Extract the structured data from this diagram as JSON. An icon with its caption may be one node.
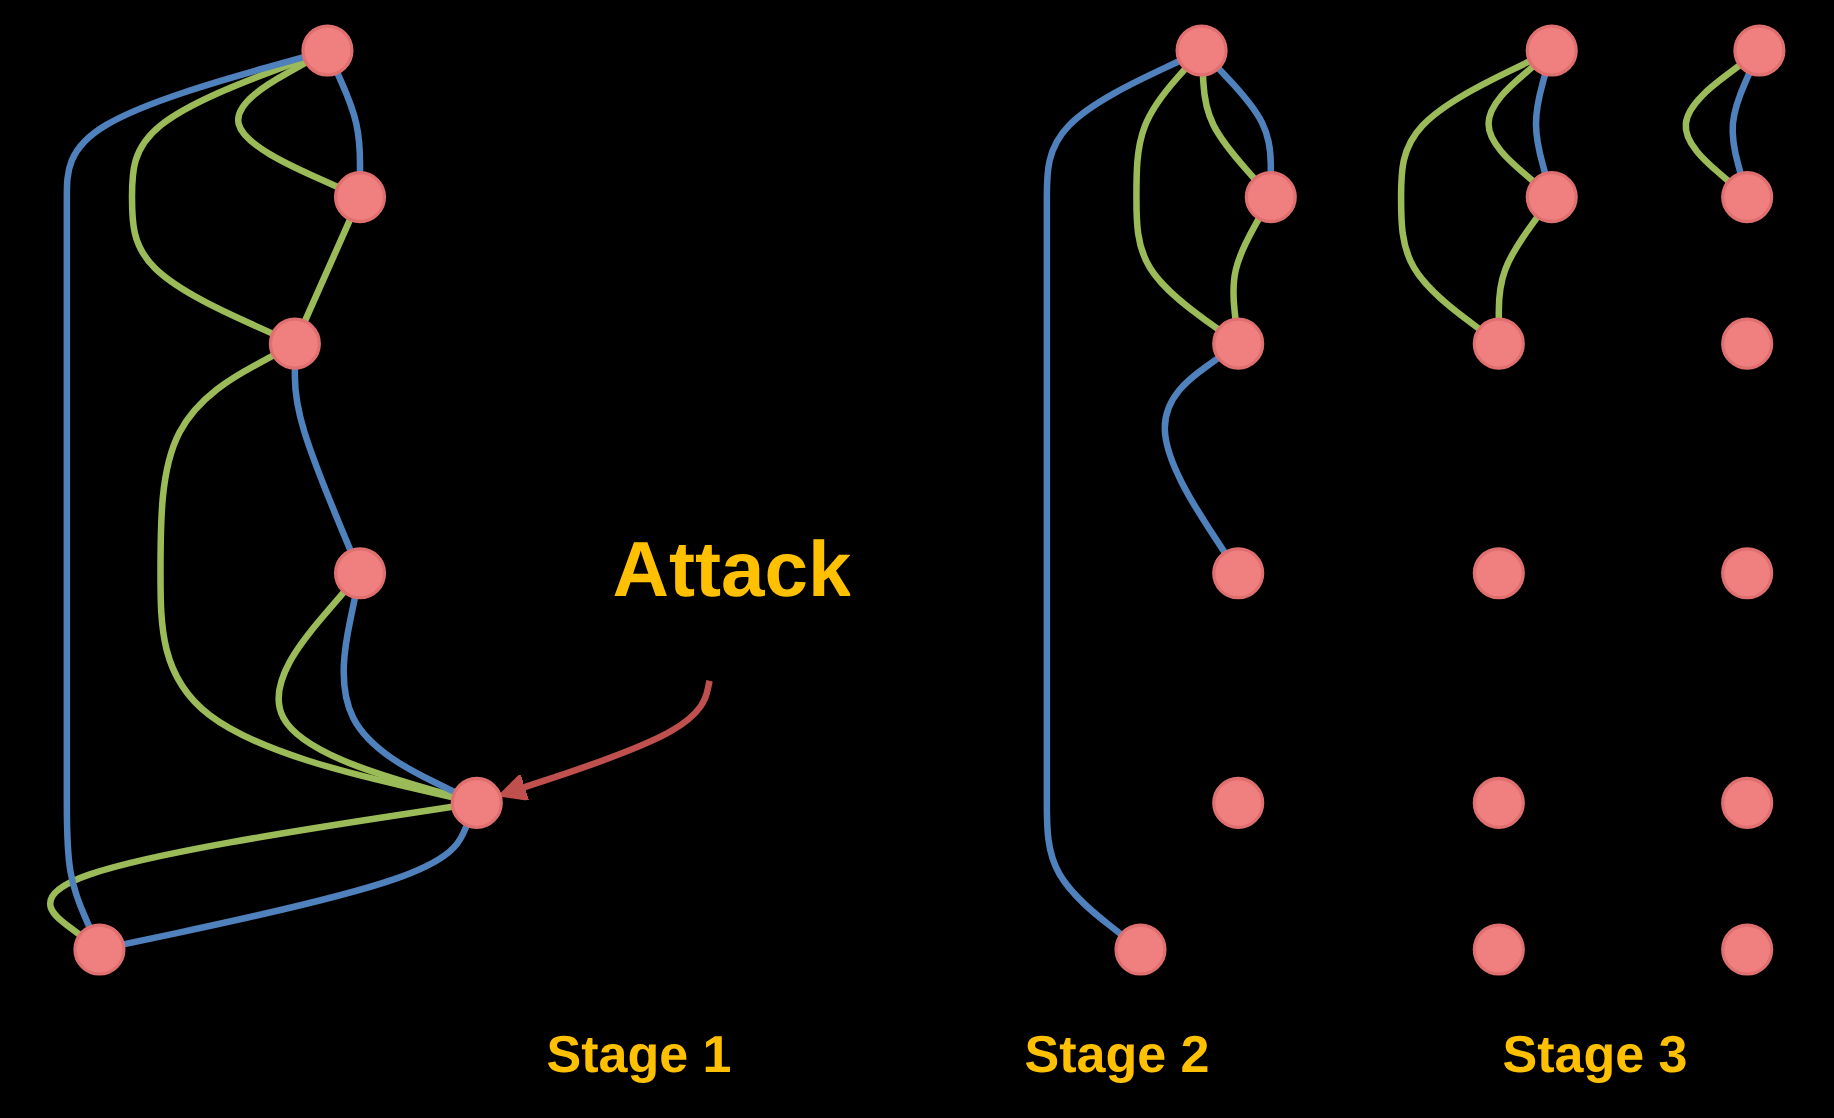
{
  "diagram": {
    "nodes": [
      {
        "text": [],
        "shape": "circle"
      },
      {
        "text": [],
        "shape": "circle"
      },
      {
        "text": [],
        "shape": "circle"
      },
      {
        "text": [],
        "shape": "circle"
      },
      {
        "text": [],
        "shape": "circle"
      },
      {
        "text": [],
        "shape": "circle"
      },
      {
        "text": [],
        "shape": "circle"
      },
      {
        "text": [],
        "shape": "circle"
      },
      {
        "text": [],
        "shape": "circle"
      },
      {
        "text": [],
        "shape": "circle"
      },
      {
        "text": [],
        "shape": "circle"
      },
      {
        "text": [],
        "shape": "circle"
      },
      {
        "text": [],
        "shape": "circle"
      },
      {
        "text": [],
        "shape": "circle"
      },
      {
        "text": [],
        "shape": "circle"
      },
      {
        "text": [],
        "shape": "circle"
      },
      {
        "text": [],
        "shape": "circle"
      },
      {
        "text": [],
        "shape": "circle"
      },
      {
        "text": [],
        "shape": "circle"
      },
      {
        "text": [],
        "shape": "circle"
      },
      {
        "text": [],
        "shape": "circle"
      },
      {
        "text": [],
        "shape": "circle"
      },
      {
        "text": [],
        "shape": "circle"
      },
      {
        "text": [],
        "shape": "circle"
      },
      {
        "text": [
          "Attack"
        ]
      }
    ],
    "edges": [
      {
        "from": 0,
        "to": 1,
        "arrow": "none"
      },
      {
        "from": 0,
        "to": 2,
        "arrow": "none"
      },
      {
        "from": 1,
        "to": 2,
        "arrow": "none"
      },
      {
        "from": 2,
        "to": 4,
        "arrow": "none"
      },
      {
        "from": 3,
        "to": 4,
        "arrow": "none"
      },
      {
        "from": 4,
        "to": 5,
        "arrow": "none"
      },
      {
        "from": 0,
        "to": 1,
        "arrow": "none",
        "color": "#4f81bd"
      },
      {
        "from": 0,
        "to": 5,
        "arrow": "none",
        "color": "#4f81bd"
      },
      {
        "from": 2,
        "to": 3,
        "arrow": "none",
        "color": "#4f81bd"
      },
      {
        "from": 3,
        "to": 4,
        "arrow": "none",
        "color": "#4f81bd"
      },
      {
        "from": 4,
        "to": 5,
        "arrow": "none",
        "color": "#4f81bd"
      },
      {
        "from": 6,
        "to": 7,
        "arrow": "none"
      },
      {
        "from": 6,
        "to": 8,
        "arrow": "none"
      },
      {
        "from": 7,
        "to": 8,
        "arrow": "none"
      },
      {
        "from": 6,
        "to": 7,
        "arrow": "none",
        "color": "#4f81bd"
      },
      {
        "from": 6,
        "to": 11,
        "arrow": "none",
        "color": "#4f81bd"
      },
      {
        "from": 8,
        "to": 9,
        "arrow": "none",
        "color": "#4f81bd"
      },
      {
        "from": 12,
        "to": 13,
        "arrow": "none"
      },
      {
        "from": 12,
        "to": 14,
        "arrow": "none"
      },
      {
        "from": 13,
        "to": 14,
        "arrow": "none"
      },
      {
        "from": 12,
        "to": 13,
        "arrow": "none",
        "color": "#4f81bd"
      },
      {
        "from": 18,
        "to": 19,
        "arrow": "none"
      },
      {
        "from": 18,
        "to": 19,
        "arrow": "none",
        "color": "#4f81bd"
      },
      {
        "from": 24,
        "to": 4,
        "arrow": "to",
        "color": "#c0504d"
      }
    ],
    "labels": [
      "Stage 1",
      "Stage 2",
      "Stage 3"
    ]
  }
}
